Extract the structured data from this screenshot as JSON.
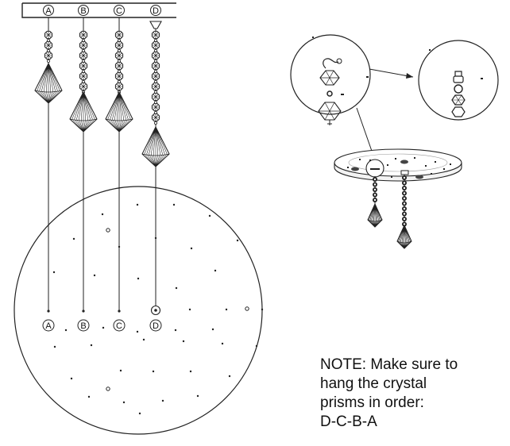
{
  "strand_labels_top": [
    "A",
    "B",
    "C",
    "D"
  ],
  "position_labels": [
    "A",
    "B",
    "C",
    "D"
  ],
  "hang_order": [
    "D",
    "C",
    "B",
    "A"
  ],
  "note": {
    "lines": [
      "NOTE: Make sure to",
      "hang the crystal",
      "prisms in order:",
      "D-C-B-A"
    ]
  }
}
